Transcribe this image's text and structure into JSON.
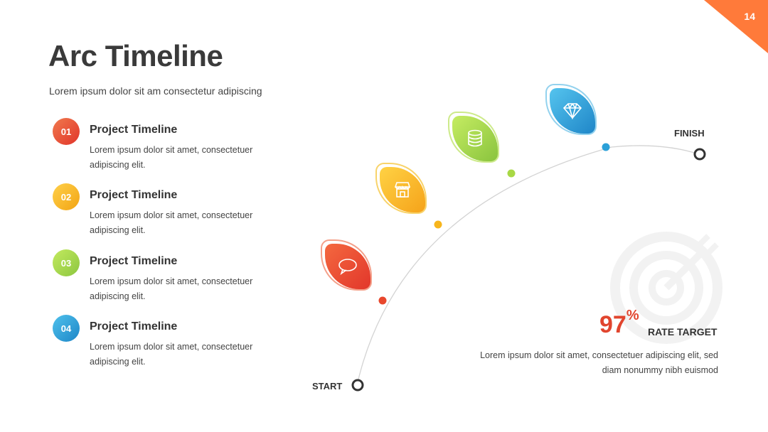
{
  "page_number": "14",
  "title": "Arc Timeline",
  "subtitle": "Lorem ipsum dolor sit am consectetur adipiscing",
  "items": [
    {
      "num": "01",
      "title": "Project Timeline",
      "desc": "Lorem ipsum dolor sit amet, consectetuer adipiscing elit.",
      "color": "#e8472c"
    },
    {
      "num": "02",
      "title": "Project Timeline",
      "desc": "Lorem ipsum dolor sit amet, consectetuer adipiscing elit.",
      "color": "#f7b51c"
    },
    {
      "num": "03",
      "title": "Project Timeline",
      "desc": "Lorem ipsum dolor sit amet, consectetuer adipiscing elit.",
      "color": "#9fd33c"
    },
    {
      "num": "04",
      "title": "Project Timeline",
      "desc": "Lorem ipsum dolor sit amet, consectetuer adipiscing elit.",
      "color": "#2ba0d8"
    }
  ],
  "arc": {
    "start_label": "START",
    "finish_label": "FINISH",
    "icons": [
      "chat-bubble-icon",
      "shop-icon",
      "database-icon",
      "diamond-icon"
    ]
  },
  "stat": {
    "value": "97",
    "unit": "%",
    "label": "RATE TARGET",
    "desc": "Lorem ipsum dolor sit amet, consectetuer adipiscing elit, sed diam nonummy nibh euismod"
  }
}
